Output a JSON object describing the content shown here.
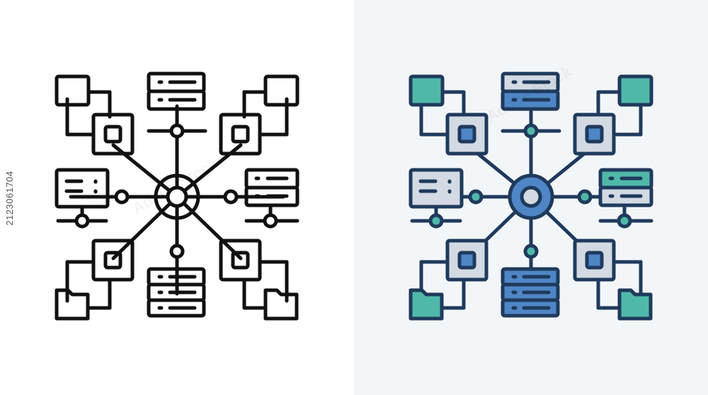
{
  "stock_id": "2123061704",
  "watermark_text": "Adobe Stock",
  "colors": {
    "outline": "#111111",
    "stroke_color": "#1f3a5c",
    "teal": "#4fb8a8",
    "light_grey": "#d3dae3",
    "blue": "#4f86c6",
    "hub_blue": "#4f86c6"
  },
  "variants": [
    {
      "name": "line-style"
    },
    {
      "name": "color-style"
    }
  ]
}
